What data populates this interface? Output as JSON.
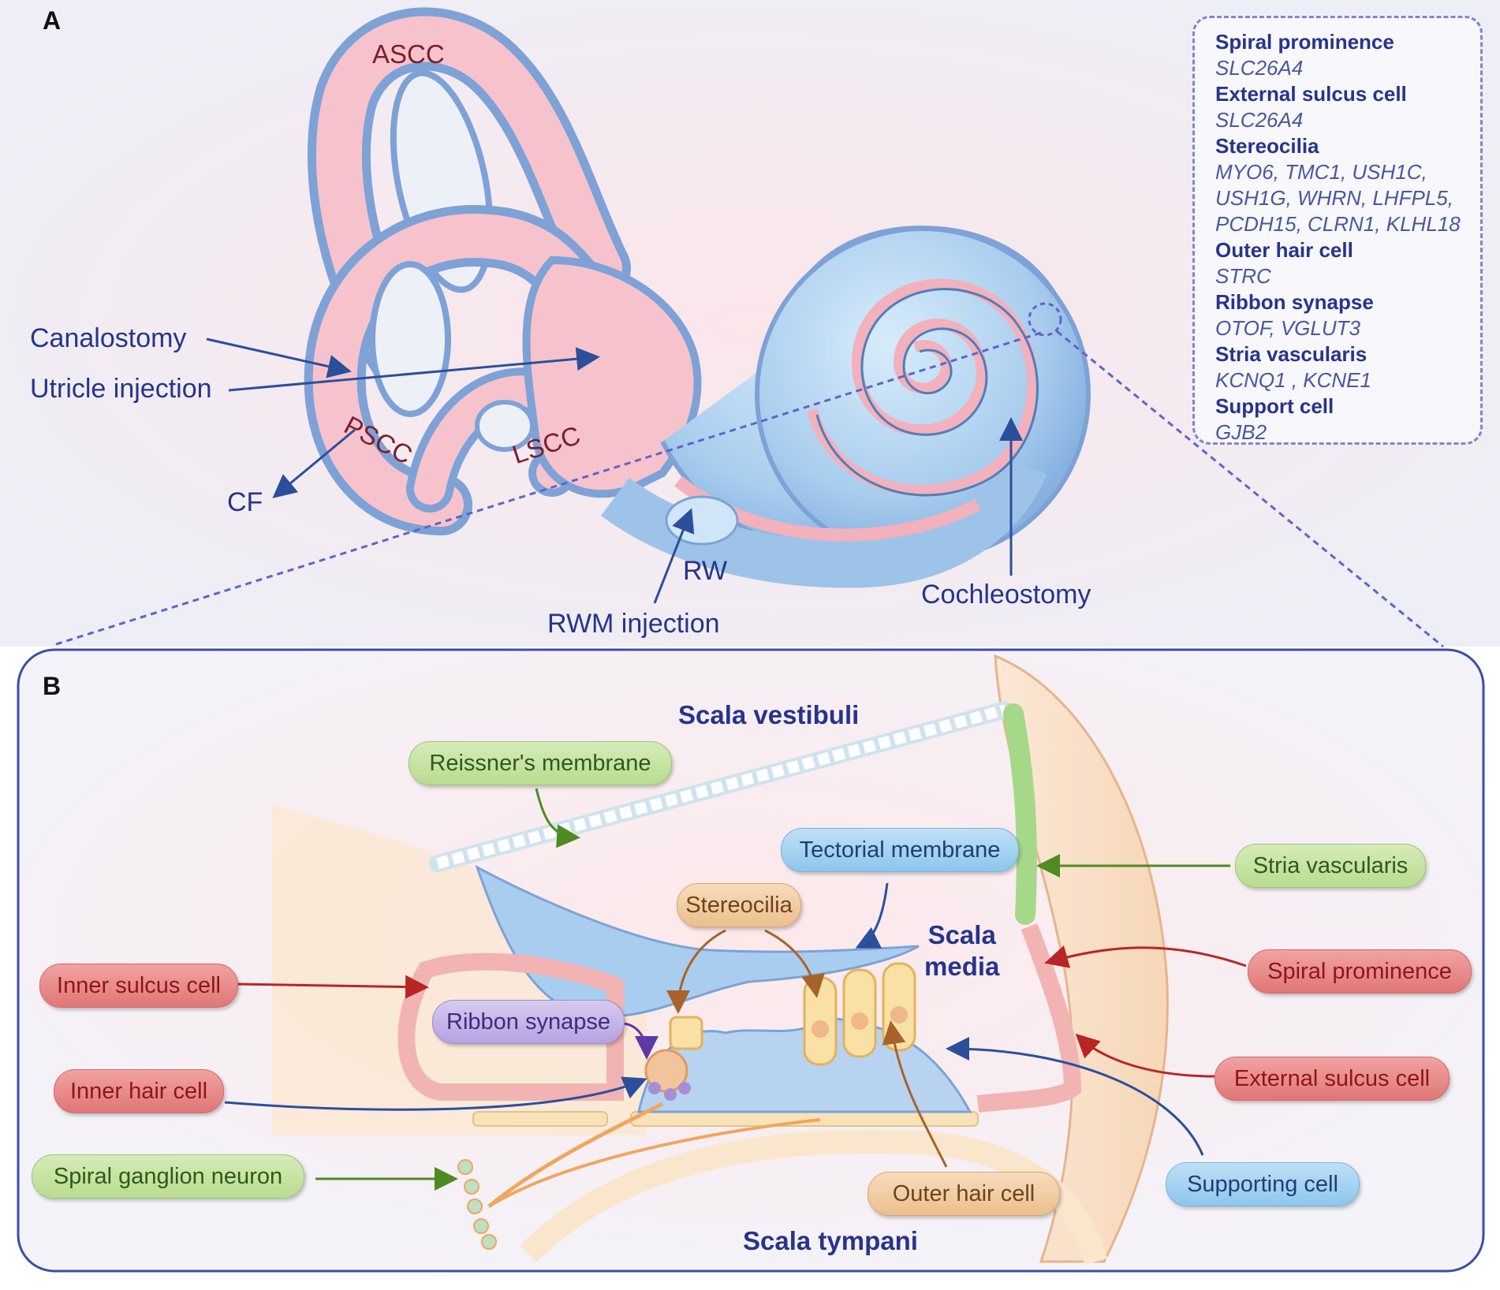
{
  "panel_a": {
    "letter": "A",
    "canals": {
      "ascc": "ASCC",
      "pscc": "PSCC",
      "lscc": "LSCC"
    },
    "labels": {
      "canalostomy": "Canalostomy",
      "utricle_injection": "Utricle injection",
      "cf": "CF",
      "rw": "RW",
      "rwm_injection": "RWM injection",
      "cochleostomy": "Cochleostomy"
    },
    "gene_box": [
      {
        "category": "Spiral prominence",
        "genes": [
          "SLC26A4"
        ]
      },
      {
        "category": "External sulcus cell",
        "genes": [
          "SLC26A4"
        ]
      },
      {
        "category": "Stereocilia",
        "genes": [
          "MYO6, TMC1, USH1C,",
          "USH1G, WHRN, LHFPL5,",
          "PCDH15, CLRN1, KLHL18"
        ]
      },
      {
        "category": "Outer hair cell",
        "genes": [
          "STRC"
        ]
      },
      {
        "category": "Ribbon synapse",
        "genes": [
          "OTOF,   VGLUT3"
        ]
      },
      {
        "category": "Stria vascularis",
        "genes": [
          "KCNQ1 , KCNE1"
        ]
      },
      {
        "category": "Support cell",
        "genes": [
          "GJB2"
        ]
      }
    ]
  },
  "panel_b": {
    "letter": "B",
    "scala_vestibuli": "Scala vestibuli",
    "scala_media_line1": "Scala",
    "scala_media_line2": "media",
    "scala_tympani": "Scala tympani",
    "pills": {
      "reissners_membrane": "Reissner's membrane",
      "tectorial_membrane": "Tectorial membrane",
      "stria_vascularis": "Stria vascularis",
      "stereocilia": "Stereocilia",
      "inner_sulcus_cell": "Inner sulcus cell",
      "spiral_prominence": "Spiral prominence",
      "ribbon_synapse": "Ribbon synapse",
      "inner_hair_cell": "Inner hair cell",
      "external_sulcus_cell": "External sulcus cell",
      "spiral_ganglion_neuron": "Spiral ganglion neuron",
      "supporting_cell": "Supporting cell",
      "outer_hair_cell": "Outer hair cell"
    }
  },
  "colors": {
    "label_blue": "#25358a",
    "canal_pink": "#f6c3cc",
    "canal_outline": "#7ea2d6",
    "cochlea_blue": "#9ec3e9",
    "red_pill": "#e58a8a",
    "green_pill": "#c5e3a2",
    "blue_pill": "#a6d2f0",
    "tan_pill": "#f0cba0",
    "purple_pill": "#c5b6e7"
  }
}
